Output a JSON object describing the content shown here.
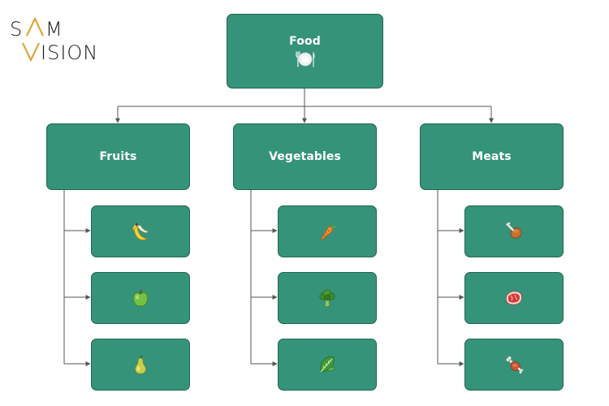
{
  "brand": {
    "line1": "SAM",
    "line2": "VISION",
    "text_color": "#1a1a1a",
    "accent_color": "#e0a53a"
  },
  "colors": {
    "node_fill": "#35937a",
    "node_border": "#23654f",
    "connector": "#555555"
  },
  "diagram": {
    "root": {
      "label": "Food",
      "icon": "plate-cutlery-icon"
    },
    "categories": [
      {
        "label": "Fruits",
        "items": [
          "banana-icon",
          "green-apple-icon",
          "pear-icon"
        ]
      },
      {
        "label": "Vegetables",
        "items": [
          "carrot-icon",
          "broccoli-icon",
          "leafy-greens-icon"
        ]
      },
      {
        "label": "Meats",
        "items": [
          "poultry-leg-icon",
          "steak-icon",
          "meat-on-bone-icon"
        ]
      }
    ]
  }
}
